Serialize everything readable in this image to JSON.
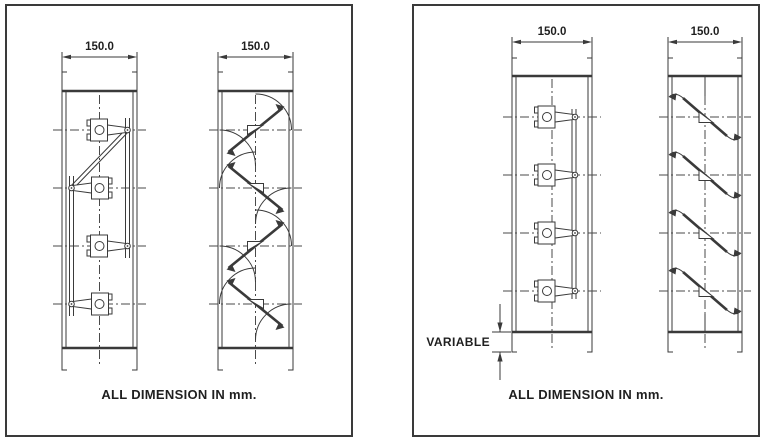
{
  "page": {
    "background": "#ffffff",
    "line_color": "#3a3a3a"
  },
  "panels": [
    {
      "name": "opposed-blade-damper",
      "caption": "ALL DIMENSION IN mm.",
      "drawings": [
        {
          "role": "linkage-front-view",
          "width_dimension": "150.0"
        },
        {
          "role": "blade-section-view",
          "width_dimension": "150.0"
        }
      ]
    },
    {
      "name": "parallel-blade-damper",
      "caption": "ALL DIMENSION IN mm.",
      "variable_dimension_label": "VARIABLE",
      "drawings": [
        {
          "role": "linkage-front-view",
          "width_dimension": "150.0"
        },
        {
          "role": "blade-section-view",
          "width_dimension": "150.0"
        }
      ]
    }
  ]
}
